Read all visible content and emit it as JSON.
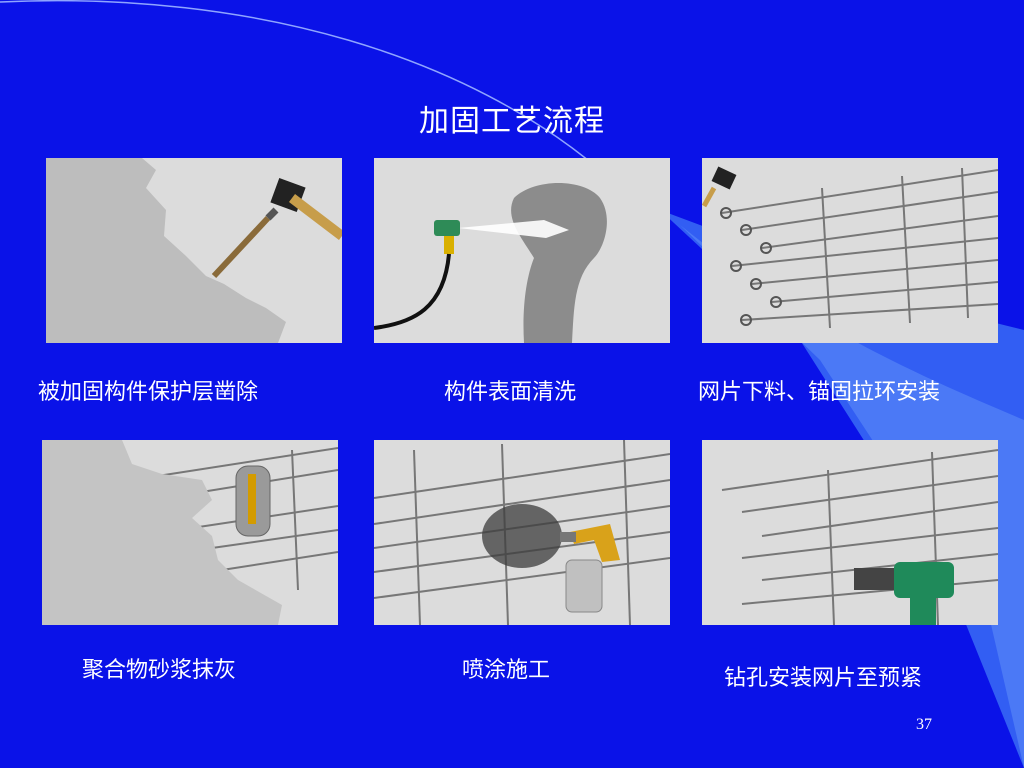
{
  "slide": {
    "title": "加固工艺流程",
    "page_number": "37",
    "colors": {
      "background": "#0a12e8",
      "accent": "#3a6cf5",
      "panel": "#d9d9d9",
      "text": "#ffffff"
    }
  },
  "steps": [
    {
      "label": "被加固构件保护层凿除",
      "illustration": "hammer-chisel-icon"
    },
    {
      "label": "构件表面清洗",
      "illustration": "spray-nozzle-icon"
    },
    {
      "label": "网片下料、锚固拉环安装",
      "illustration": "wire-mesh-anchors-icon"
    },
    {
      "label": "聚合物砂浆抹灰",
      "illustration": "trowel-icon"
    },
    {
      "label": "喷涂施工",
      "illustration": "spray-gun-icon"
    },
    {
      "label": "钻孔安装网片至预紧",
      "illustration": "drill-icon"
    }
  ]
}
